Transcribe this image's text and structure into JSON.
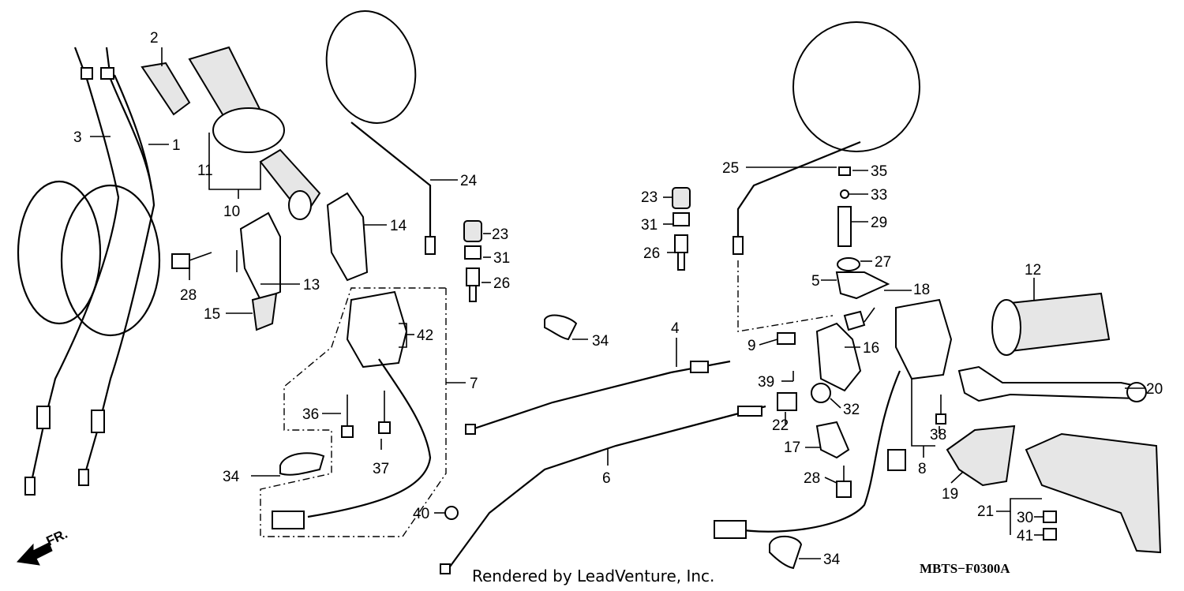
{
  "callouts": {
    "c1": "1",
    "c2": "2",
    "c3": "3",
    "c4": "4",
    "c5": "5",
    "c6": "6",
    "c7": "7",
    "c8": "8",
    "c9": "9",
    "c10": "10",
    "c11": "11",
    "c12": "12",
    "c13": "13",
    "c14": "14",
    "c15": "15",
    "c16": "16",
    "c17": "17",
    "c18": "18",
    "c19": "19",
    "c20": "20",
    "c21": "21",
    "c22": "22",
    "c23a": "23",
    "c23b": "23",
    "c24": "24",
    "c25": "25",
    "c26a": "26",
    "c26b": "26",
    "c27": "27",
    "c28a": "28",
    "c28b": "28",
    "c29": "29",
    "c30": "30",
    "c31a": "31",
    "c31b": "31",
    "c32": "32",
    "c33": "33",
    "c34a": "34",
    "c34b": "34",
    "c34c": "34",
    "c35": "35",
    "c36": "36",
    "c37": "37",
    "c38": "38",
    "c39": "39",
    "c40": "40",
    "c41": "41",
    "c42": "42"
  },
  "front_indicator": "FR.",
  "credit": "Rendered by LeadVenture, Inc.",
  "diagram_code": "MBTS−F0300A"
}
